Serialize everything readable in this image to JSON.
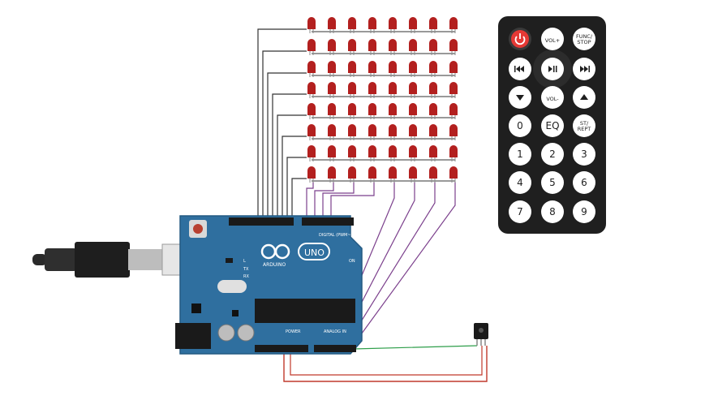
{
  "led_matrix": {
    "rows": 8,
    "cols": 8,
    "led_color": "#b3201f"
  },
  "remote": {
    "body_color": "#1f1f1f",
    "rows": [
      [
        {
          "label": "",
          "icon": "power-icon",
          "power": true
        },
        {
          "label": "VOL+"
        },
        {
          "label": "FUNC/",
          "label2": "STOP"
        }
      ],
      [
        {
          "label": "",
          "icon": "previous-icon"
        },
        {
          "label": "",
          "icon": "play-pause-icon"
        },
        {
          "label": "",
          "icon": "next-icon"
        }
      ],
      [
        {
          "label": "",
          "icon": "down-icon"
        },
        {
          "label": "VOL-"
        },
        {
          "label": "",
          "icon": "up-icon"
        }
      ],
      [
        {
          "label": "0"
        },
        {
          "label": "EQ"
        },
        {
          "label": "ST/",
          "label2": "REPT"
        }
      ],
      [
        {
          "label": "1"
        },
        {
          "label": "2"
        },
        {
          "label": "3"
        }
      ],
      [
        {
          "label": "4"
        },
        {
          "label": "5"
        },
        {
          "label": "6"
        }
      ],
      [
        {
          "label": "7"
        },
        {
          "label": "8"
        },
        {
          "label": "9"
        }
      ]
    ]
  },
  "arduino": {
    "board_color": "#2f6f9f",
    "brand": "ARDUINO",
    "model": "UNO",
    "digital_label": "DIGITAL (PWM~)",
    "power_label": "POWER",
    "analog_label": "ANALOG IN",
    "on_label": "ON",
    "tx_label": "TX",
    "rx_label": "RX",
    "l_label": "L"
  },
  "wires": {
    "row_color": "#333333",
    "col_color": "#7b3f8c",
    "signal_color": "#2e9e4a",
    "power_color": "#c0392b"
  }
}
